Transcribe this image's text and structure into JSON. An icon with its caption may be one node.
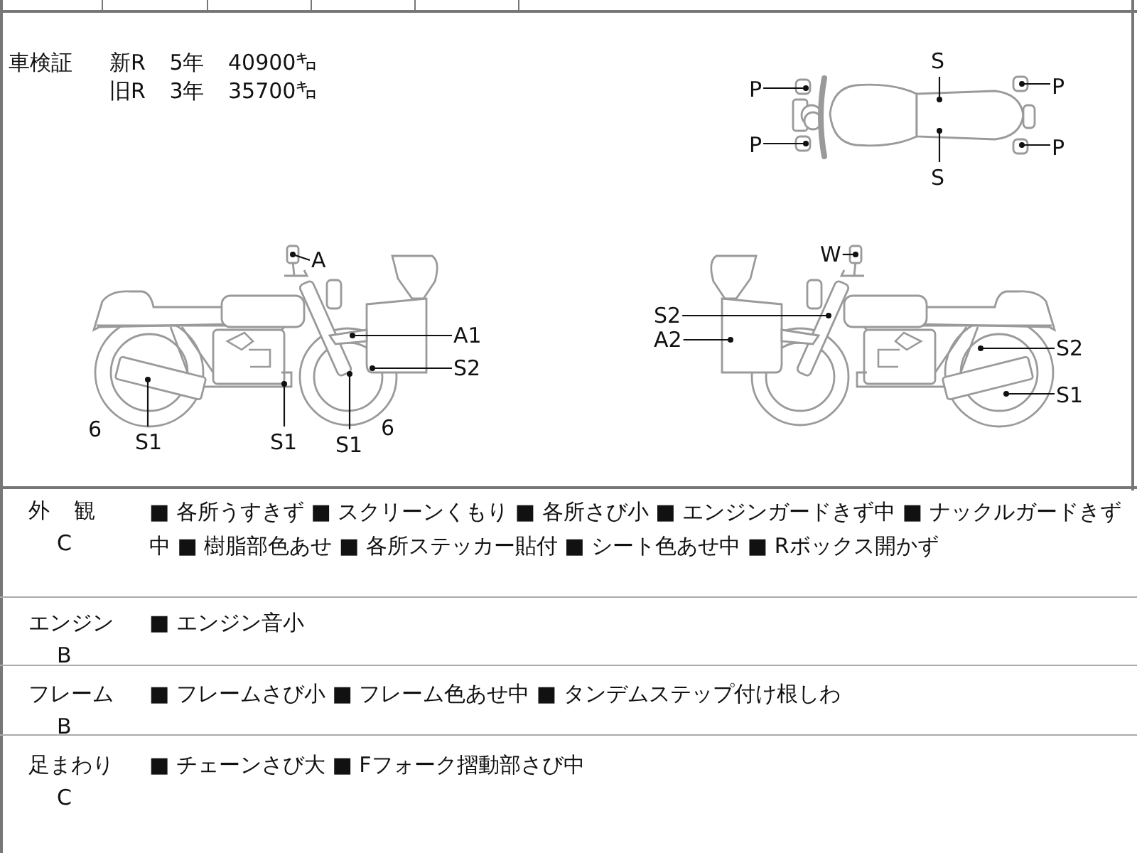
{
  "diagram": {
    "nodes": [
      {
        "text": [
          "P"
        ]
      },
      {
        "text": [
          "P"
        ]
      },
      {
        "text": [
          "S"
        ]
      },
      {
        "text": [
          "S"
        ]
      },
      {
        "text": [
          "P"
        ]
      },
      {
        "text": [
          "P"
        ]
      },
      {
        "text": [
          "A"
        ]
      },
      {
        "text": [
          "A1"
        ]
      },
      {
        "text": [
          "S2"
        ]
      },
      {
        "text": [
          "S1"
        ]
      },
      {
        "text": [
          "S1"
        ]
      },
      {
        "text": [
          "S1"
        ]
      },
      {
        "text": [
          "W"
        ]
      },
      {
        "text": [
          "S2"
        ]
      },
      {
        "text": [
          "A2"
        ]
      },
      {
        "text": [
          "S2"
        ]
      },
      {
        "text": [
          "S1"
        ]
      }
    ],
    "edges": [
      {
        "from": 0,
        "to": null,
        "arrow": "other"
      },
      {
        "from": 1,
        "to": null,
        "arrow": "other"
      },
      {
        "from": 2,
        "to": null,
        "arrow": "other"
      },
      {
        "from": 3,
        "to": null,
        "arrow": "other"
      },
      {
        "from": 4,
        "to": null,
        "arrow": "other"
      },
      {
        "from": 5,
        "to": null,
        "arrow": "other"
      },
      {
        "from": 6,
        "to": null,
        "arrow": "other"
      },
      {
        "from": 7,
        "to": null,
        "arrow": "other"
      },
      {
        "from": 8,
        "to": null,
        "arrow": "other"
      },
      {
        "from": 9,
        "to": null,
        "arrow": "other"
      },
      {
        "from": 10,
        "to": null,
        "arrow": "other"
      },
      {
        "from": 11,
        "to": null,
        "arrow": "other"
      },
      {
        "from": 12,
        "to": null,
        "arrow": "other"
      },
      {
        "from": 13,
        "to": null,
        "arrow": "other"
      },
      {
        "from": 14,
        "to": null,
        "arrow": "other"
      },
      {
        "from": 15,
        "to": null,
        "arrow": "other"
      },
      {
        "from": 16,
        "to": null,
        "arrow": "other"
      }
    ],
    "labels": [
      "車検証",
      "新R 5年 40900㌔",
      "旧R 3年 35700㌔",
      "6",
      "6",
      "外 観",
      "C",
      "■ 各所うすきず ■ スクリーンくもり ■ 各所さび小 ■ エンジンガードきず中 ■ ナックルガードきず中 ■ 樹脂部色あせ ■ 各所ステッカー貼付 ■ シート色あせ中 ■ Rボックス開かず",
      "エンジン",
      "B",
      "■ エンジン音小",
      "フレーム",
      "B",
      "■ フレームさび小 ■ フレーム色あせ中 ■ タンデムステップ付け根しわ",
      "足まわり",
      "C",
      "■ チェーンさび大 ■ Fフォーク摺動部さび中"
    ]
  }
}
